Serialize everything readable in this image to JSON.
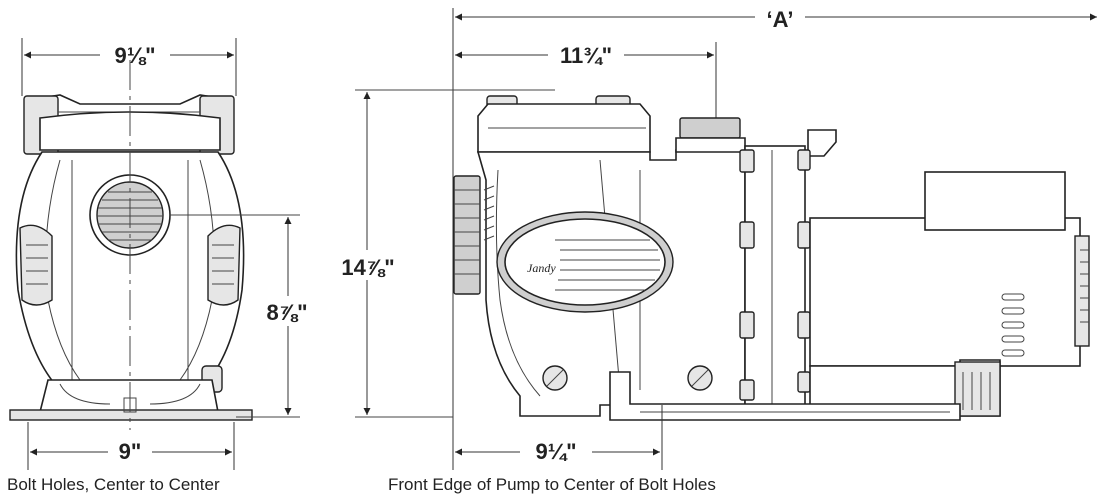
{
  "front_view": {
    "width_top_label": "9⅛\"",
    "height_label": "8⅞\"",
    "bolt_width_label": "9\"",
    "caption": "Bolt Holes, Center to Center"
  },
  "side_view": {
    "overall_length_label": "‘A’",
    "inlet_distance_label": "11¾\"",
    "height_label": "14⅞\"",
    "bolt_distance_label": "9¼\"",
    "caption": "Front Edge of Pump to Center of Bolt Holes",
    "brand_label": "Jandy"
  }
}
